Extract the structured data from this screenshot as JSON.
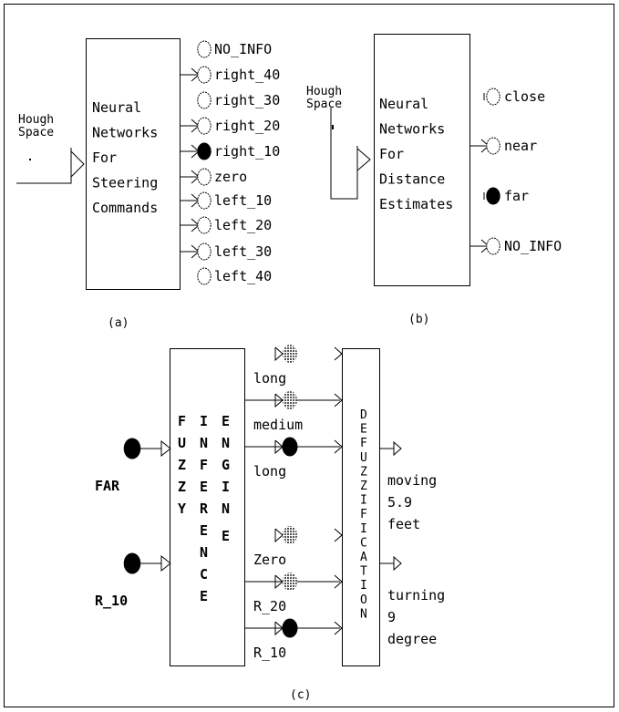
{
  "panel_a": {
    "caption": "(a)",
    "input_label": [
      "Hough",
      "Space"
    ],
    "box_lines": [
      "Neural",
      "Networks",
      "For",
      "Steering",
      "Commands"
    ],
    "outputs": [
      {
        "label": "NO_INFO",
        "state": "empty",
        "arrow": false
      },
      {
        "label": "right_40",
        "state": "empty",
        "arrow": true
      },
      {
        "label": "right_30",
        "state": "empty",
        "arrow": false
      },
      {
        "label": "right_20",
        "state": "empty",
        "arrow": true
      },
      {
        "label": "right_10",
        "state": "filled",
        "arrow": true
      },
      {
        "label": "zero",
        "state": "empty",
        "arrow": true
      },
      {
        "label": "left_10",
        "state": "empty",
        "arrow": true
      },
      {
        "label": "left_20",
        "state": "empty",
        "arrow": true
      },
      {
        "label": "left_30",
        "state": "empty",
        "arrow": true
      },
      {
        "label": "left_40",
        "state": "empty",
        "arrow": false
      }
    ]
  },
  "panel_b": {
    "caption": "(b)",
    "input_label": [
      "Hough",
      "Space"
    ],
    "box_lines": [
      "Neural",
      "Networks",
      "For",
      "Distance",
      "Estimates"
    ],
    "outputs": [
      {
        "label": "close",
        "state": "empty",
        "arrow": false
      },
      {
        "label": "near",
        "state": "empty",
        "arrow": true
      },
      {
        "label": "far",
        "state": "filled",
        "arrow": false
      },
      {
        "label": "NO_INFO",
        "state": "empty",
        "arrow": true
      }
    ]
  },
  "panel_c": {
    "caption": "(c)",
    "inputs": [
      {
        "label": "FAR"
      },
      {
        "label": "R_10"
      }
    ],
    "engine_columns": [
      "FUZZY",
      "INFERENCE",
      "ENGINE"
    ],
    "rules": [
      {
        "label": "long",
        "state": "gray",
        "line": false
      },
      {
        "label": "medium",
        "state": "gray",
        "line": true
      },
      {
        "label": "long",
        "state": "filled",
        "line": true
      },
      {
        "label": "Zero",
        "state": "gray",
        "line": false
      },
      {
        "label": "R_20",
        "state": "gray",
        "line": true
      },
      {
        "label": "R_10",
        "state": "filled",
        "line": true
      }
    ],
    "defuzz": "DEFUZZIFICATION",
    "outputs": [
      [
        "moving",
        "5.9",
        "feet"
      ],
      [
        "turning",
        "9",
        "degree"
      ]
    ]
  }
}
